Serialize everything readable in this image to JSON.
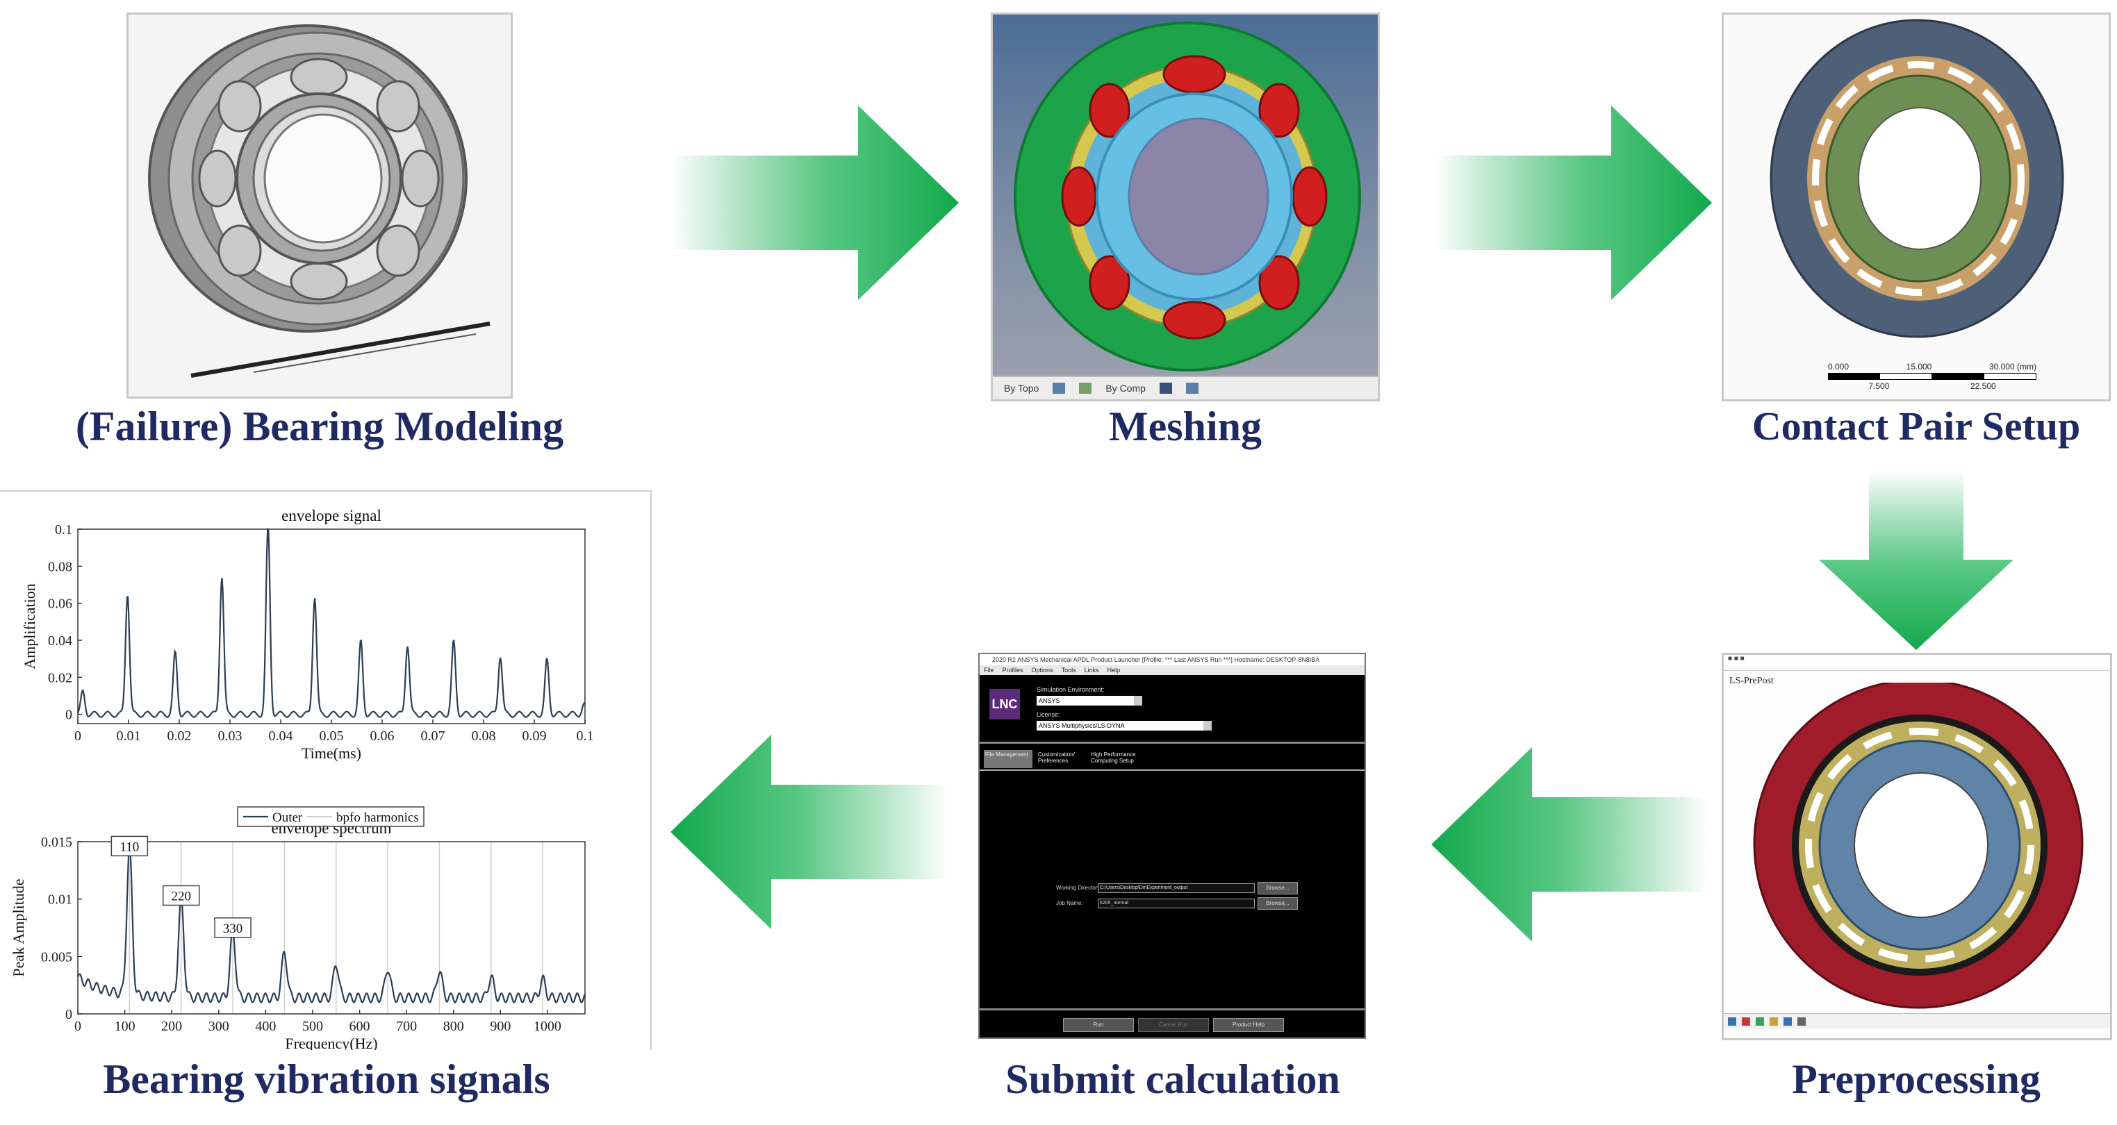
{
  "steps": {
    "modeling": {
      "caption": "(Failure) Bearing Modeling"
    },
    "meshing": {
      "caption": "Meshing",
      "toolbar": [
        "By Topo",
        "By Comp"
      ]
    },
    "contact": {
      "caption": "Contact Pair Setup",
      "scale_top": [
        "0.000",
        "15.000",
        "30.000 (mm)"
      ],
      "scale_bottom": [
        "7.500",
        "22.500"
      ]
    },
    "preprocessing": {
      "caption": "Preprocessing",
      "app_label": "LS-PrePost"
    },
    "submit": {
      "caption": "Submit calculation",
      "window_title": "2020 R2 ANSYS Mechanical APDL Product Launcher [Profile: *** Last ANSYS Run ***]  Hostname: DESKTOP-8N8IBA",
      "menu": [
        "File",
        "Profiles",
        "Options",
        "Tools",
        "Links",
        "Help"
      ],
      "logo": "LNC",
      "env_label": "Simulation Environment:",
      "env_value": "ANSYS",
      "license_label": "License:",
      "license_value": "ANSYS Multiphysics/LS-DYNA",
      "tabs": [
        "File Management",
        "Customization/ Preferences",
        "High Performance Computing Setup"
      ],
      "working_dir_label": "Working Directory:",
      "working_dir_value": "C:\\Users\\Desktop\\Dir\\Experiment_output",
      "job_name_label": "Job Name:",
      "job_name_value": "6205_normal",
      "browse": "Browse...",
      "buttons": [
        "Run",
        "Cancel Run",
        "Product Help"
      ]
    },
    "signals": {
      "caption": "Bearing vibration signals"
    }
  },
  "chart_data": [
    {
      "type": "line",
      "title": "envelope signal",
      "xlabel": "Time(ms)",
      "ylabel": "Amplification",
      "xlim": [
        0,
        0.1
      ],
      "ylim": [
        -0.005,
        0.1
      ],
      "xticks": [
        "0",
        "0.01",
        "0.02",
        "0.03",
        "0.04",
        "0.05",
        "0.06",
        "0.07",
        "0.08",
        "0.09",
        "0.1"
      ],
      "yticks": [
        "0",
        "0.02",
        "0.04",
        "0.06",
        "0.08",
        "0.1"
      ],
      "peaks": [
        {
          "x": 0.001,
          "y": 0.012
        },
        {
          "x": 0.0098,
          "y": 0.066
        },
        {
          "x": 0.0192,
          "y": 0.033
        },
        {
          "x": 0.0284,
          "y": 0.075
        },
        {
          "x": 0.0375,
          "y": 0.102
        },
        {
          "x": 0.0467,
          "y": 0.064
        },
        {
          "x": 0.0558,
          "y": 0.039
        },
        {
          "x": 0.065,
          "y": 0.038
        },
        {
          "x": 0.0741,
          "y": 0.039
        },
        {
          "x": 0.0833,
          "y": 0.032
        },
        {
          "x": 0.0925,
          "y": 0.029
        },
        {
          "x": 0.0998,
          "y": 0.005
        }
      ]
    },
    {
      "type": "line",
      "title": "envelope spectrum",
      "xlabel": "Frequency(Hz)",
      "ylabel": "Peak Amplitude",
      "xlim": [
        0,
        1080
      ],
      "ylim": [
        0,
        0.015
      ],
      "xticks": [
        "0",
        "100",
        "200",
        "300",
        "400",
        "500",
        "600",
        "700",
        "800",
        "900",
        "1000"
      ],
      "yticks": [
        "0",
        "0.005",
        "0.01",
        "0.015"
      ],
      "harmonic_lines": [
        110,
        220,
        330,
        440,
        550,
        660,
        770,
        880,
        990
      ],
      "series": [
        {
          "name": "Outer"
        },
        {
          "name": "bpfo harmonics"
        }
      ],
      "peaks": [
        {
          "x": 110,
          "y": 0.0128
        },
        {
          "x": 220,
          "y": 0.0085
        },
        {
          "x": 330,
          "y": 0.0057
        },
        {
          "x": 440,
          "y": 0.004
        },
        {
          "x": 550,
          "y": 0.003
        },
        {
          "x": 660,
          "y": 0.0026
        },
        {
          "x": 770,
          "y": 0.0024
        },
        {
          "x": 880,
          "y": 0.0018
        },
        {
          "x": 990,
          "y": 0.0016
        }
      ],
      "annotations": [
        {
          "x": 110,
          "label": "110"
        },
        {
          "x": 220,
          "label": "220"
        },
        {
          "x": 330,
          "label": "330"
        }
      ]
    }
  ]
}
